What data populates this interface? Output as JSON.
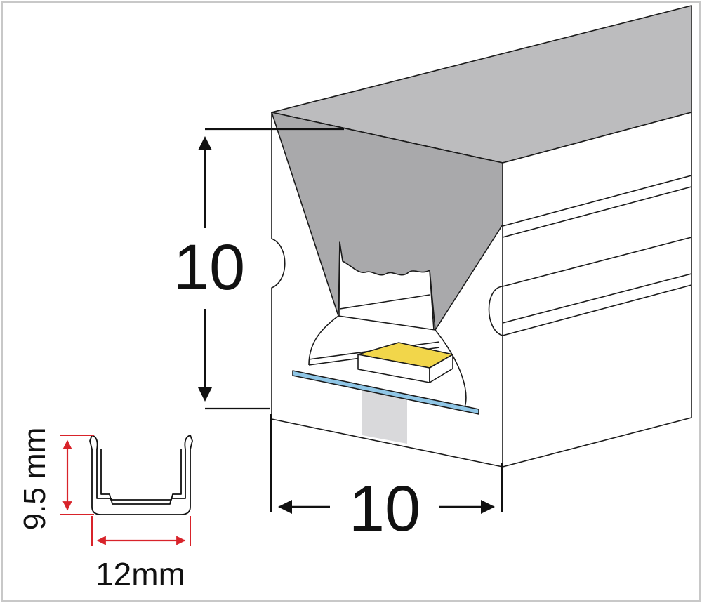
{
  "dimensions": {
    "height_label": "10",
    "width_label": "10",
    "channel_height_label": "9.5 mm",
    "channel_width_label": "12mm"
  },
  "colors": {
    "silicone_top": "#bcbcbe",
    "silicone_front_gray": "#a9a9ab",
    "outline": "#1a1a1a",
    "led_chip": "#f2d64a",
    "pcb_strip": "#8fc6e6",
    "base_block": "#d9d9db",
    "red_dimension": "#d8232a",
    "frame": "#c8c8c8"
  }
}
